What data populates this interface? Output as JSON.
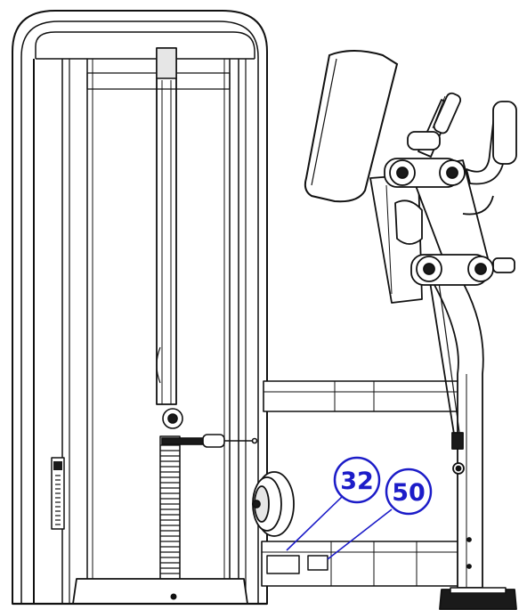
{
  "figure": {
    "title": "",
    "subject": "weight-stack-exercise-machine-line-drawing"
  },
  "callouts": [
    {
      "label": "32"
    },
    {
      "label": "50"
    }
  ],
  "colors": {
    "line": "#111111",
    "shade": "#e6e6e6",
    "dark": "#1a1a1a",
    "callout": "#1c1cc8",
    "background": "#ffffff"
  }
}
